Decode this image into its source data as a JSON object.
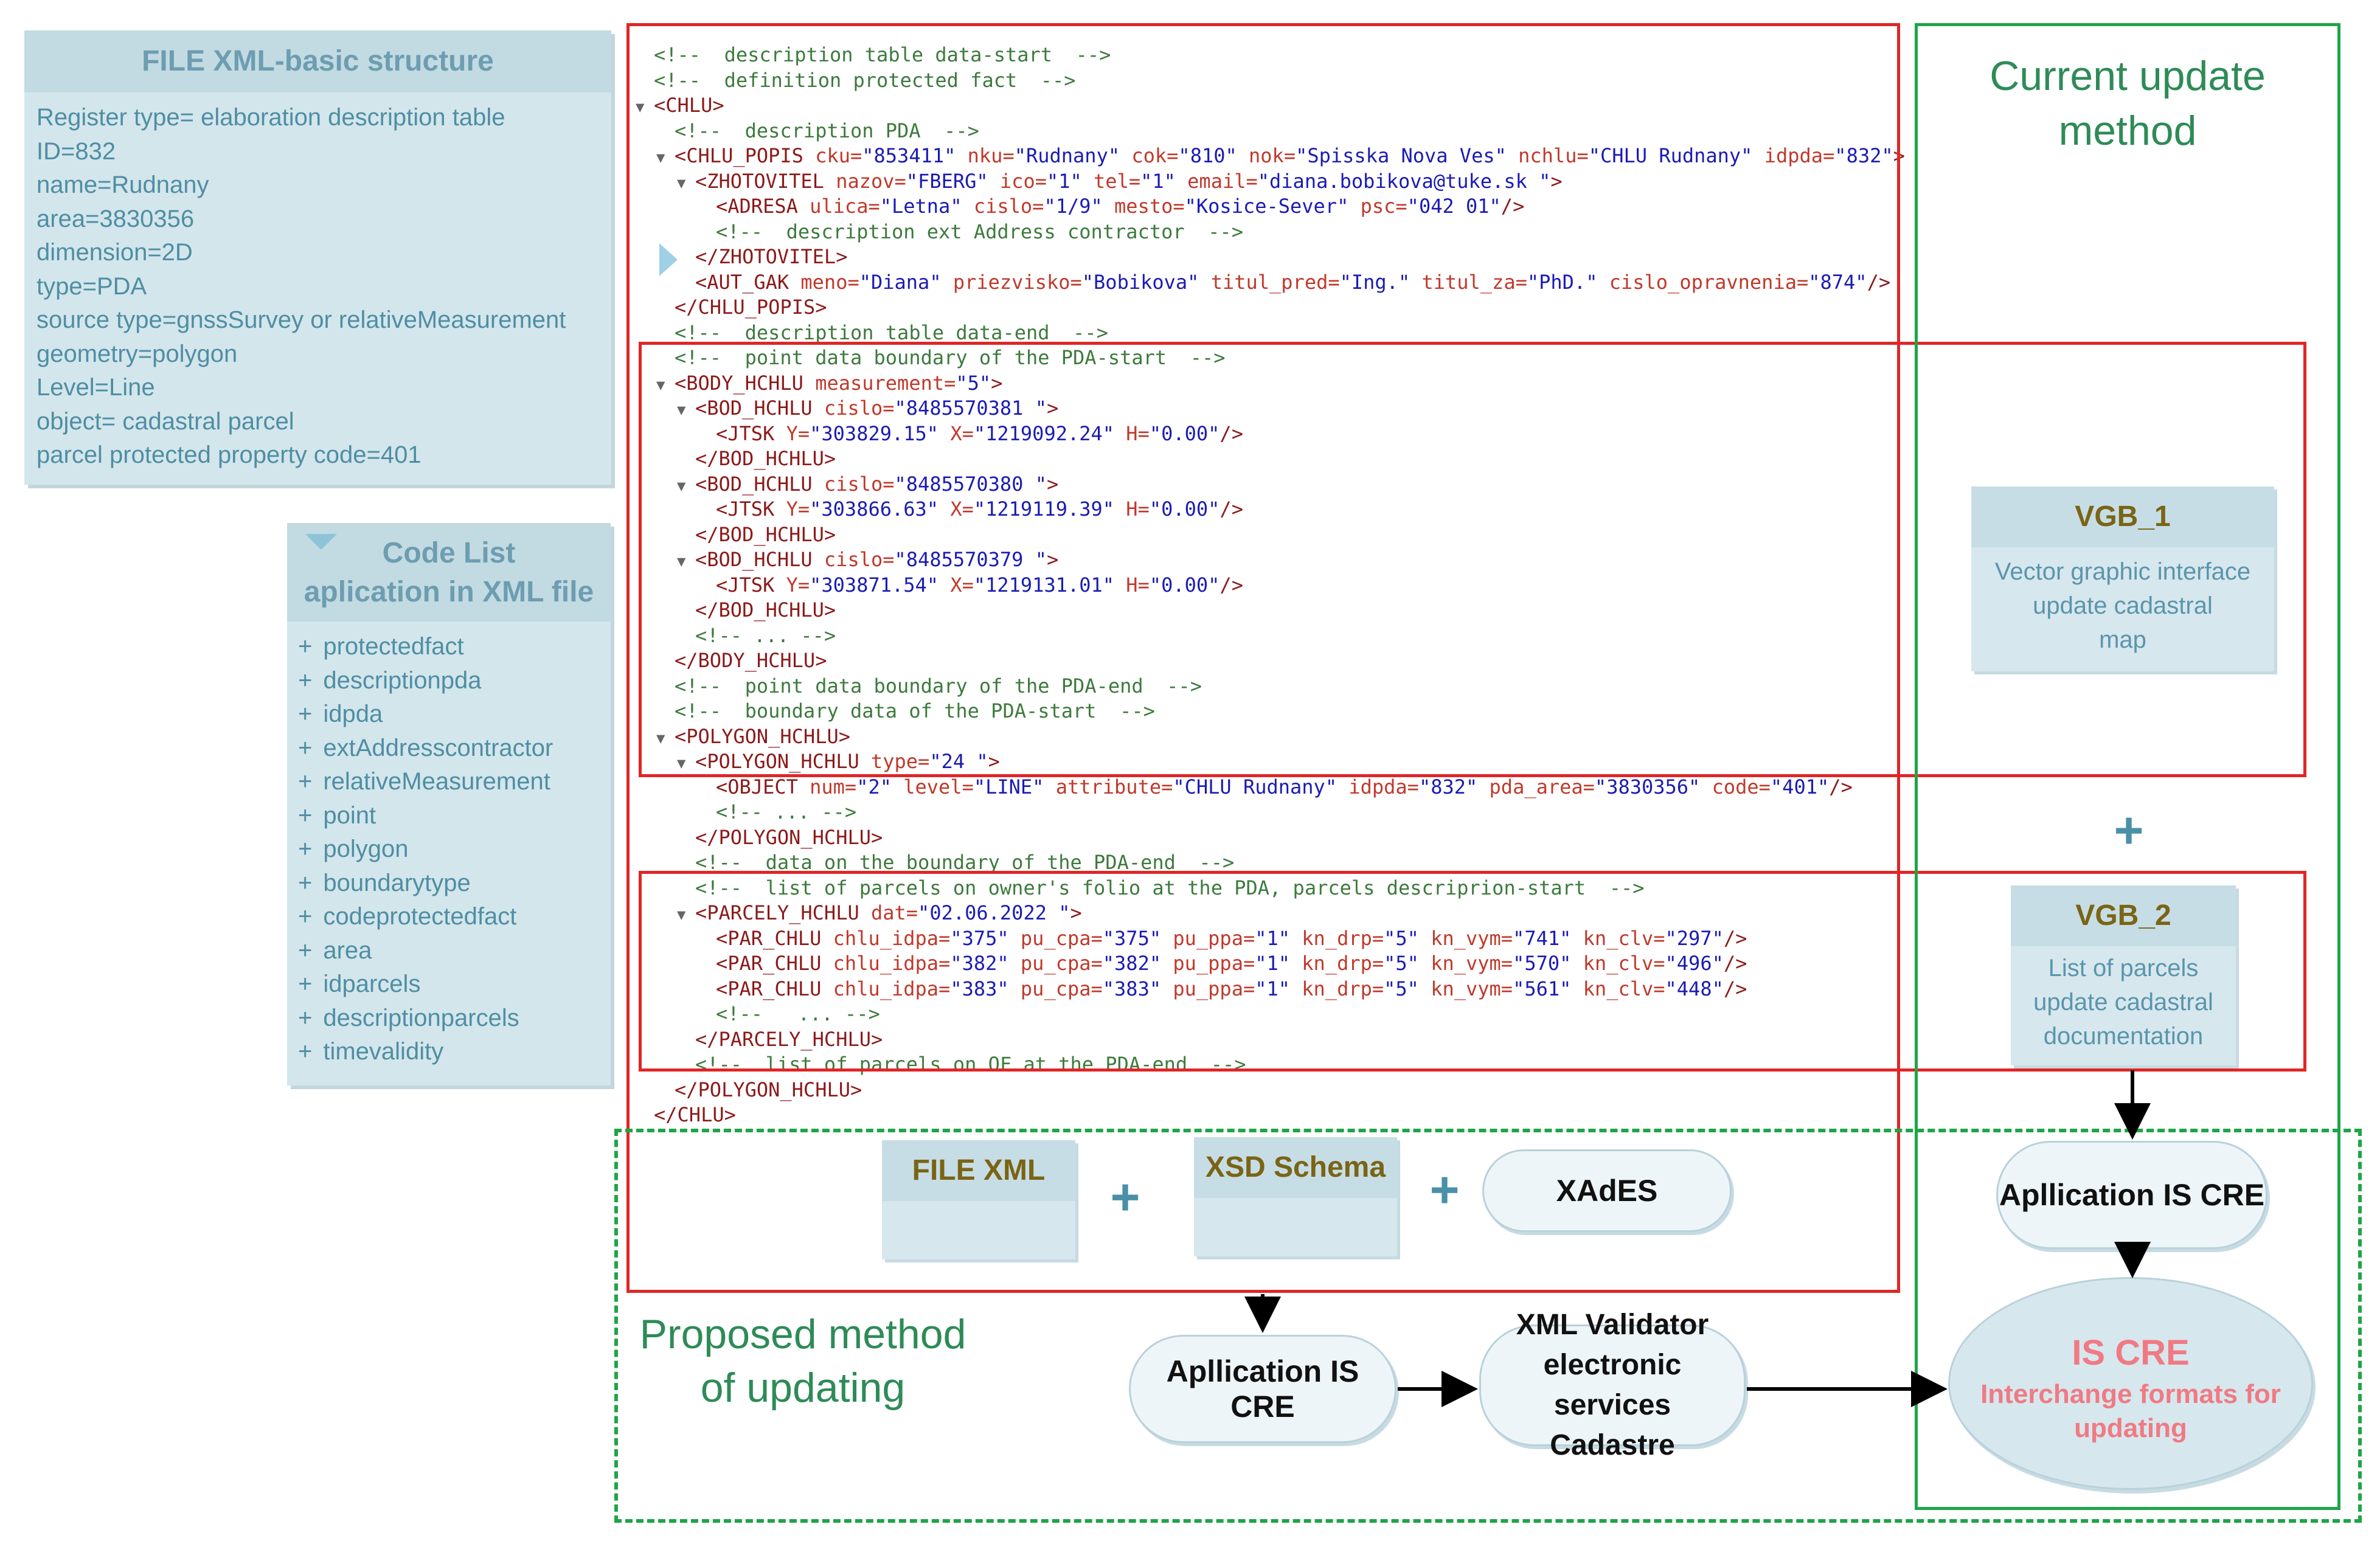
{
  "file_xml_panel": {
    "title": "FILE XML-basic structure",
    "lines": [
      "Register type= elaboration description table",
      "ID=832",
      "name=Rudnany",
      "area=3830356",
      "dimension=2D",
      "type=PDA",
      "source type=gnssSurvey or relativeMeasurement",
      "geometry=polygon",
      "Level=Line",
      "object= cadastral parcel",
      "parcel protected property code=401"
    ]
  },
  "code_list_panel": {
    "title_line1": "Code List",
    "title_line2": "aplication in XML file",
    "items": [
      "protectedfact",
      "descriptionpda",
      "idpda",
      "extAddresscontractor",
      "relativeMeasurement",
      "point",
      "polygon",
      "boundarytype",
      "codeprotectedfact",
      "area",
      "idparcels",
      "descriptionparcels",
      "timevalidity"
    ],
    "item_prefix": "+"
  },
  "xml_code": [
    [
      0,
      "",
      [
        [
          "c",
          "<!--  description table data-start  -->"
        ]
      ]
    ],
    [
      0,
      "",
      [
        [
          "c",
          "<!--  definition protected fact  -->"
        ]
      ]
    ],
    [
      0,
      "▼",
      [
        [
          "t",
          "<CHLU>"
        ]
      ]
    ],
    [
      1,
      "",
      [
        [
          "c",
          "<!--  description PDA  -->"
        ]
      ]
    ],
    [
      1,
      "▼",
      [
        [
          "t",
          "<CHLU_POPIS "
        ],
        [
          "a",
          "cku="
        ],
        [
          "v",
          "\"853411\" "
        ],
        [
          "a",
          "nku="
        ],
        [
          "v",
          "\"Rudnany\" "
        ],
        [
          "a",
          "cok="
        ],
        [
          "v",
          "\"810\" "
        ],
        [
          "a",
          "nok="
        ],
        [
          "v",
          "\"Spisska Nova Ves\" "
        ],
        [
          "a",
          "nchlu="
        ],
        [
          "v",
          "\"CHLU Rudnany\" "
        ],
        [
          "a",
          "idpda="
        ],
        [
          "v",
          "\"832\""
        ],
        [
          "t",
          ">"
        ]
      ]
    ],
    [
      2,
      "▼",
      [
        [
          "t",
          "<ZHOTOVITEL "
        ],
        [
          "a",
          "nazov="
        ],
        [
          "v",
          "\"FBERG\" "
        ],
        [
          "a",
          "ico="
        ],
        [
          "v",
          "\"1\" "
        ],
        [
          "a",
          "tel="
        ],
        [
          "v",
          "\"1\" "
        ],
        [
          "a",
          "email="
        ],
        [
          "v",
          "\"diana.bobikova@tuke.sk \""
        ],
        [
          "t",
          ">"
        ]
      ]
    ],
    [
      3,
      "",
      [
        [
          "t",
          "<ADRESA "
        ],
        [
          "a",
          "ulica="
        ],
        [
          "v",
          "\"Letna\" "
        ],
        [
          "a",
          "cislo="
        ],
        [
          "v",
          "\"1/9\" "
        ],
        [
          "a",
          "mesto="
        ],
        [
          "v",
          "\"Kosice-Sever\" "
        ],
        [
          "a",
          "psc="
        ],
        [
          "v",
          "\"042 01\""
        ],
        [
          "t",
          "/>"
        ]
      ]
    ],
    [
      3,
      "",
      [
        [
          "c",
          "<!--  description ext Address contractor  -->"
        ]
      ]
    ],
    [
      2,
      "",
      [
        [
          "t",
          "</ZHOTOVITEL>"
        ]
      ]
    ],
    [
      2,
      "",
      [
        [
          "t",
          "<AUT_GAK "
        ],
        [
          "a",
          "meno="
        ],
        [
          "v",
          "\"Diana\" "
        ],
        [
          "a",
          "priezvisko="
        ],
        [
          "v",
          "\"Bobikova\" "
        ],
        [
          "a",
          "titul_pred="
        ],
        [
          "v",
          "\"Ing.\" "
        ],
        [
          "a",
          "titul_za="
        ],
        [
          "v",
          "\"PhD.\" "
        ],
        [
          "a",
          "cislo_opravnenia="
        ],
        [
          "v",
          "\"874\""
        ],
        [
          "t",
          "/>"
        ]
      ]
    ],
    [
      1,
      "",
      [
        [
          "t",
          "</CHLU_POPIS>"
        ]
      ]
    ],
    [
      1,
      "",
      [
        [
          "c",
          "<!--  description table data-end  -->"
        ]
      ]
    ],
    [
      1,
      "",
      [
        [
          "c",
          "<!--  point data boundary of the PDA-start  -->"
        ]
      ]
    ],
    [
      1,
      "▼",
      [
        [
          "t",
          "<BODY_HCHLU "
        ],
        [
          "a",
          "measurement="
        ],
        [
          "v",
          "\"5\""
        ],
        [
          "t",
          ">"
        ]
      ]
    ],
    [
      2,
      "▼",
      [
        [
          "t",
          "<BOD_HCHLU "
        ],
        [
          "a",
          "cislo="
        ],
        [
          "v",
          "\"8485570381 \""
        ],
        [
          "t",
          ">"
        ]
      ]
    ],
    [
      3,
      "",
      [
        [
          "t",
          "<JTSK "
        ],
        [
          "a",
          "Y="
        ],
        [
          "v",
          "\"303829.15\" "
        ],
        [
          "a",
          "X="
        ],
        [
          "v",
          "\"1219092.24\" "
        ],
        [
          "a",
          "H="
        ],
        [
          "v",
          "\"0.00\""
        ],
        [
          "t",
          "/>"
        ]
      ]
    ],
    [
      2,
      "",
      [
        [
          "t",
          "</BOD_HCHLU>"
        ]
      ]
    ],
    [
      2,
      "▼",
      [
        [
          "t",
          "<BOD_HCHLU "
        ],
        [
          "a",
          "cislo="
        ],
        [
          "v",
          "\"8485570380 \""
        ],
        [
          "t",
          ">"
        ]
      ]
    ],
    [
      3,
      "",
      [
        [
          "t",
          "<JTSK "
        ],
        [
          "a",
          "Y="
        ],
        [
          "v",
          "\"303866.63\" "
        ],
        [
          "a",
          "X="
        ],
        [
          "v",
          "\"1219119.39\" "
        ],
        [
          "a",
          "H="
        ],
        [
          "v",
          "\"0.00\""
        ],
        [
          "t",
          "/>"
        ]
      ]
    ],
    [
      2,
      "",
      [
        [
          "t",
          "</BOD_HCHLU>"
        ]
      ]
    ],
    [
      2,
      "▼",
      [
        [
          "t",
          "<BOD_HCHLU "
        ],
        [
          "a",
          "cislo="
        ],
        [
          "v",
          "\"8485570379 \""
        ],
        [
          "t",
          ">"
        ]
      ]
    ],
    [
      3,
      "",
      [
        [
          "t",
          "<JTSK "
        ],
        [
          "a",
          "Y="
        ],
        [
          "v",
          "\"303871.54\" "
        ],
        [
          "a",
          "X="
        ],
        [
          "v",
          "\"1219131.01\" "
        ],
        [
          "a",
          "H="
        ],
        [
          "v",
          "\"0.00\""
        ],
        [
          "t",
          "/>"
        ]
      ]
    ],
    [
      2,
      "",
      [
        [
          "t",
          "</BOD_HCHLU>"
        ]
      ]
    ],
    [
      2,
      "",
      [
        [
          "c",
          "<!-- ... -->"
        ]
      ]
    ],
    [
      1,
      "",
      [
        [
          "t",
          "</BODY_HCHLU>"
        ]
      ]
    ],
    [
      1,
      "",
      [
        [
          "c",
          "<!--  point data boundary of the PDA-end  -->"
        ]
      ]
    ],
    [
      1,
      "",
      [
        [
          "c",
          "<!--  boundary data of the PDA-start  -->"
        ]
      ]
    ],
    [
      1,
      "▼",
      [
        [
          "t",
          "<POLYGON_HCHLU>"
        ]
      ]
    ],
    [
      2,
      "▼",
      [
        [
          "t",
          "<POLYGON_HCHLU "
        ],
        [
          "a",
          "type="
        ],
        [
          "v",
          "\"24 \""
        ],
        [
          "t",
          ">"
        ]
      ]
    ],
    [
      3,
      "",
      [
        [
          "t",
          "<OBJECT "
        ],
        [
          "a",
          "num="
        ],
        [
          "v",
          "\"2\" "
        ],
        [
          "a",
          "level="
        ],
        [
          "v",
          "\"LINE\" "
        ],
        [
          "a",
          "attribute="
        ],
        [
          "v",
          "\"CHLU Rudnany\" "
        ],
        [
          "a",
          "idpda="
        ],
        [
          "v",
          "\"832\" "
        ],
        [
          "a",
          "pda_area="
        ],
        [
          "v",
          "\"3830356\" "
        ],
        [
          "a",
          "code="
        ],
        [
          "v",
          "\"401\""
        ],
        [
          "t",
          "/>"
        ]
      ]
    ],
    [
      3,
      "",
      [
        [
          "c",
          "<!-- ... -->"
        ]
      ]
    ],
    [
      2,
      "",
      [
        [
          "t",
          "</POLYGON_HCHLU>"
        ]
      ]
    ],
    [
      2,
      "",
      [
        [
          "c",
          "<!--  data on the boundary of the PDA-end  -->"
        ]
      ]
    ],
    [
      2,
      "",
      [
        [
          "c",
          "<!--  list of parcels on owner's folio at the PDA, parcels descriprion-start  -->"
        ]
      ]
    ],
    [
      2,
      "▼",
      [
        [
          "t",
          "<PARCELY_HCHLU "
        ],
        [
          "a",
          "dat="
        ],
        [
          "v",
          "\"02.06.2022 \""
        ],
        [
          "t",
          ">"
        ]
      ]
    ],
    [
      3,
      "",
      [
        [
          "t",
          "<PAR_CHLU "
        ],
        [
          "a",
          "chlu_idpa="
        ],
        [
          "v",
          "\"375\" "
        ],
        [
          "a",
          "pu_cpa="
        ],
        [
          "v",
          "\"375\" "
        ],
        [
          "a",
          "pu_ppa="
        ],
        [
          "v",
          "\"1\" "
        ],
        [
          "a",
          "kn_drp="
        ],
        [
          "v",
          "\"5\" "
        ],
        [
          "a",
          "kn_vym="
        ],
        [
          "v",
          "\"741\" "
        ],
        [
          "a",
          "kn_clv="
        ],
        [
          "v",
          "\"297\""
        ],
        [
          "t",
          "/>"
        ]
      ]
    ],
    [
      3,
      "",
      [
        [
          "t",
          "<PAR_CHLU "
        ],
        [
          "a",
          "chlu_idpa="
        ],
        [
          "v",
          "\"382\" "
        ],
        [
          "a",
          "pu_cpa="
        ],
        [
          "v",
          "\"382\" "
        ],
        [
          "a",
          "pu_ppa="
        ],
        [
          "v",
          "\"1\" "
        ],
        [
          "a",
          "kn_drp="
        ],
        [
          "v",
          "\"5\" "
        ],
        [
          "a",
          "kn_vym="
        ],
        [
          "v",
          "\"570\" "
        ],
        [
          "a",
          "kn_clv="
        ],
        [
          "v",
          "\"496\""
        ],
        [
          "t",
          "/>"
        ]
      ]
    ],
    [
      3,
      "",
      [
        [
          "t",
          "<PAR_CHLU "
        ],
        [
          "a",
          "chlu_idpa="
        ],
        [
          "v",
          "\"383\" "
        ],
        [
          "a",
          "pu_cpa="
        ],
        [
          "v",
          "\"383\" "
        ],
        [
          "a",
          "pu_ppa="
        ],
        [
          "v",
          "\"1\" "
        ],
        [
          "a",
          "kn_drp="
        ],
        [
          "v",
          "\"5\" "
        ],
        [
          "a",
          "kn_vym="
        ],
        [
          "v",
          "\"561\" "
        ],
        [
          "a",
          "kn_clv="
        ],
        [
          "v",
          "\"448\""
        ],
        [
          "t",
          "/>"
        ]
      ]
    ],
    [
      3,
      "",
      [
        [
          "c",
          "<!--   ... -->"
        ]
      ]
    ],
    [
      2,
      "",
      [
        [
          "t",
          "</PARCELY_HCHLU>"
        ]
      ]
    ],
    [
      2,
      "",
      [
        [
          "c",
          "<!--  list of parcels on OF at the PDA-end  -->"
        ]
      ]
    ],
    [
      1,
      "",
      [
        [
          "t",
          "</POLYGON_HCHLU>"
        ]
      ]
    ],
    [
      0,
      "",
      [
        [
          "t",
          "</CHLU>"
        ]
      ]
    ]
  ],
  "current_method": {
    "title_line1": "Current update",
    "title_line2": "method"
  },
  "vgb1": {
    "title": "VGB_1",
    "desc": [
      "Vector graphic interface",
      "update cadastral",
      "map"
    ]
  },
  "vgb2": {
    "title": "VGB_2",
    "desc": [
      "List of parcels",
      "update cadastral",
      "documentation"
    ]
  },
  "plus_sign": "+",
  "proposed_method": {
    "title_line1": "Proposed method",
    "title_line2": "of updating"
  },
  "file_xml_box": "FILE XML",
  "xsd_box": "XSD Schema",
  "xades_box": "XAdES",
  "app_is_cre_left": "Apllication IS CRE",
  "app_is_cre_right": "Apllication IS CRE",
  "xml_validator": [
    "XML Validator",
    "electronic services",
    "Cadastre"
  ],
  "is_cre": {
    "title": "IS CRE",
    "subtitle_line1": "Interchange formats for",
    "subtitle_line2": "updating"
  },
  "colors": {
    "red_frame": "#e02626",
    "green_frame": "#1ea548",
    "panel_bg": "#d3e6ec",
    "panel_text": "#4f8ea3",
    "is_cre_text": "#f07a83",
    "green_heading": "#2e8b57"
  }
}
